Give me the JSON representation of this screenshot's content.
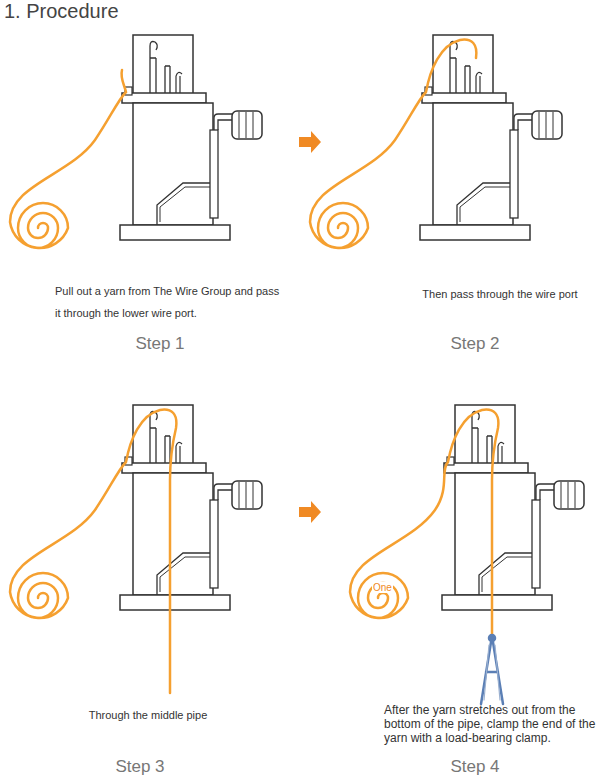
{
  "diagram": {
    "title": "1. Procedure",
    "labels": [
      "Pull out a yarn from The Wire Group and pass it through the lower wire port.",
      "Step 1",
      "Then pass through the wire port",
      "Step 2",
      "Through the middle pipe",
      "Step 3",
      "After the yarn stretches out from the bottom of the pipe, clamp the end of the yarn with a load-bearing clamp.",
      "Step 4",
      "One"
    ]
  }
}
